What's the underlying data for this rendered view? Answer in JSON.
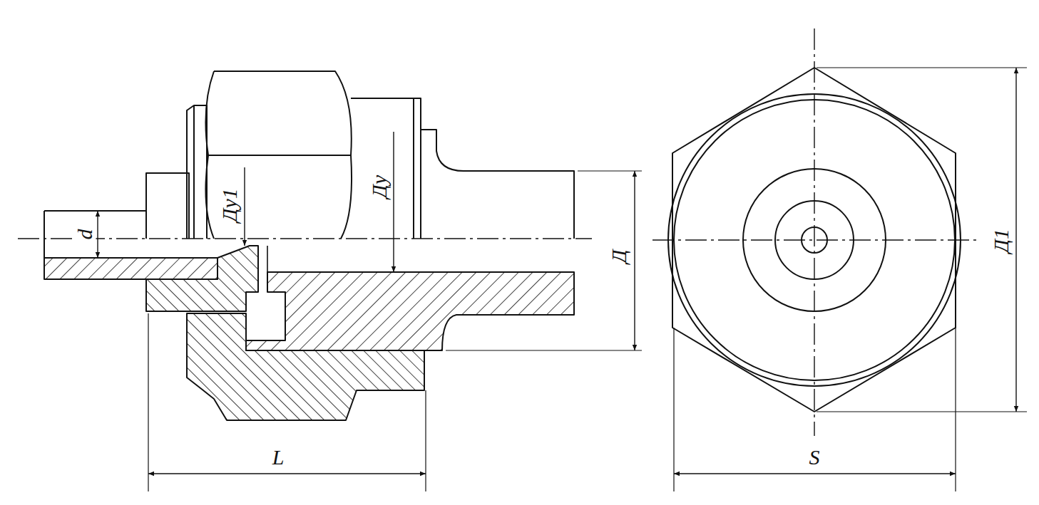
{
  "diagram": {
    "labels": [
      "d",
      "Ду1",
      "Ду",
      "Д",
      "L",
      "S",
      "Д1"
    ]
  }
}
